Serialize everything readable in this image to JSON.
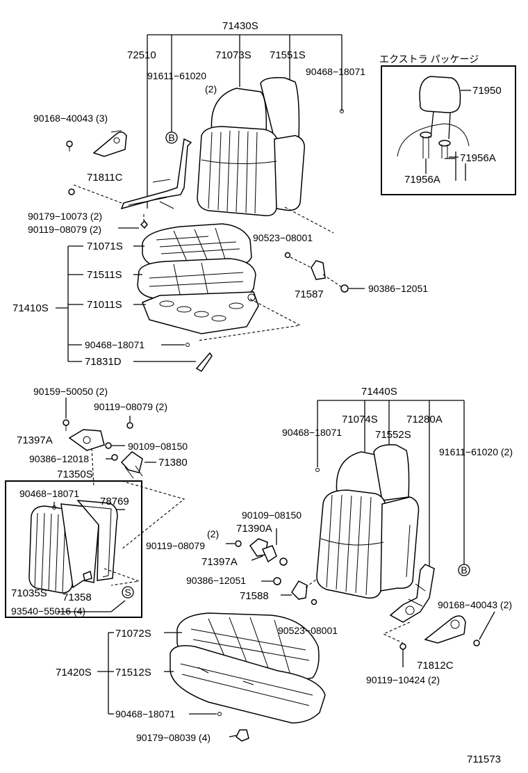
{
  "diagram_id": "711573",
  "extra_package_label": "エクストラ パッケージ",
  "labels": {
    "a71430S": "71430S",
    "a72510": "72510",
    "a71073S": "71073S",
    "a71551S": "71551S",
    "a91611_61020": "91611−61020",
    "a91611_qty": "(2)",
    "a90468_18071_top": "90468−18071",
    "a90168_40043": "90168−40043 (3)",
    "a71811C": "71811C",
    "a90179_10073": "90179−10073 (2)",
    "a90119_08079_top": "90119−08079 (2)",
    "a71071S": "71071S",
    "a71511S": "71511S",
    "a71410S": "71410S",
    "a71011S": "71011S",
    "a90468_18071_mid": "90468−18071",
    "a71831D": "71831D",
    "a90523_08001_top": "90523−08001",
    "a71587": "71587",
    "a90386_12051_top": "90386−12051",
    "a71950": "71950",
    "a71956A_r": "71956A",
    "a71956A_l": "71956A",
    "a90159_50050": "90159−50050 (2)",
    "a90119_08079_mid": "90119−08079 (2)",
    "a71397A_top": "71397A",
    "a90109_08150_top": "90109−08150",
    "a90386_12018": "90386−12018",
    "a71380": "71380",
    "a71350S": "71350S",
    "a90468_18071_box": "90468−18071",
    "a78769": "78769",
    "a71035S": "71035S",
    "a71358": "71358",
    "a93540": "93540−55016 (4)",
    "a71440S": "71440S",
    "a90468_18071_r": "90468−18071",
    "a71074S": "71074S",
    "a71280A": "71280A",
    "a71552S": "71552S",
    "a91611_61020_r": "91611−61020 (2)",
    "a90109_08150_mid": "90109−08150",
    "a2": "(2)",
    "a71390A": "71390A",
    "a90119_08079_low": "90119−08079",
    "a71397A_low": "71397A",
    "a90386_12051_low": "90386−12051",
    "a71588": "71588",
    "a90168_40043_r": "90168−40043 (2)",
    "a90523_08001_low": "90523−08001",
    "a71812C": "71812C",
    "a90119_10424": "90119−10424 (2)",
    "a71072S": "71072S",
    "a71420S": "71420S",
    "a71512S": "71512S",
    "a90468_18071_bot": "90468−18071",
    "a90179_08039": "90179−08039 (4)"
  },
  "callouts": {
    "B": "B",
    "S": "S"
  }
}
